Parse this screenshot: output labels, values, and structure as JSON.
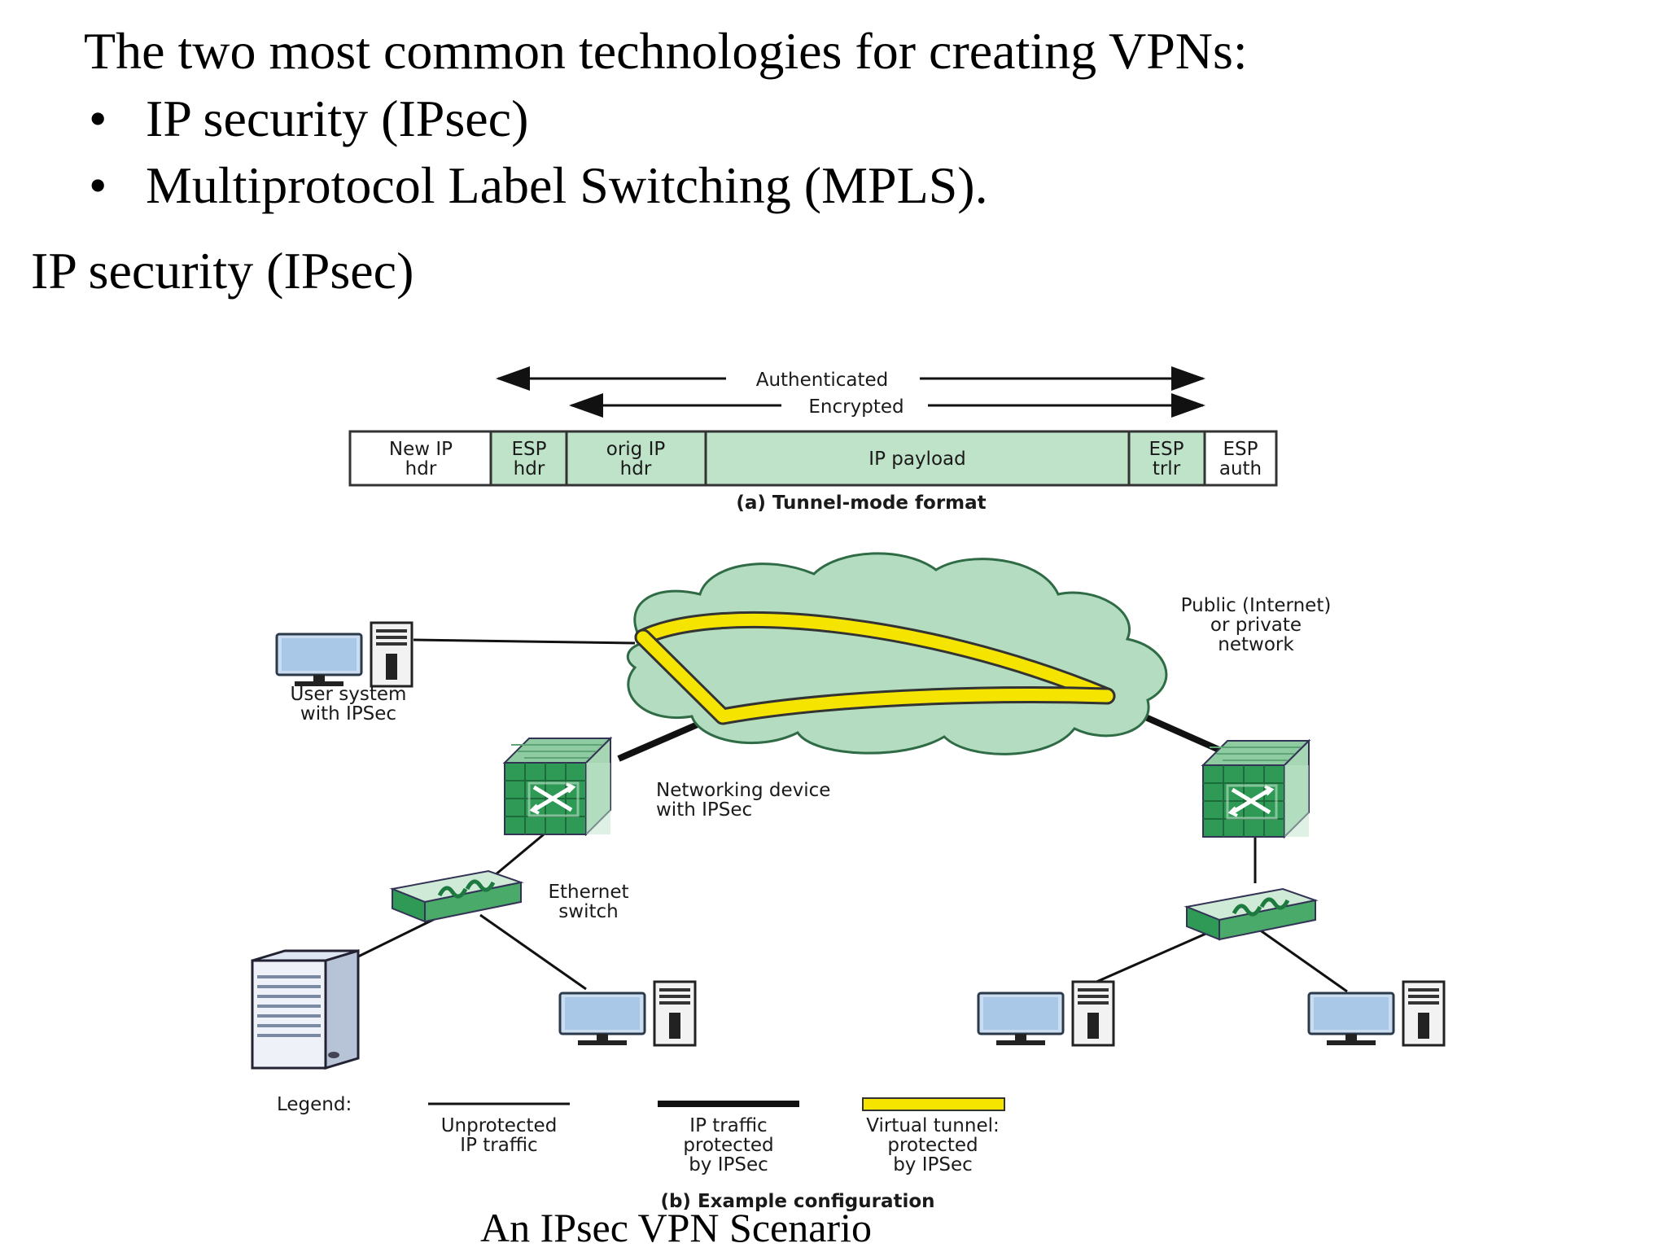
{
  "intro": "The two most common technologies for creating VPNs:",
  "bullets": [
    {
      "symbol": "•",
      "text": "IP security (IPsec)"
    },
    {
      "symbol": "•",
      "text": "Multiprotocol Label Switching (MPLS)."
    }
  ],
  "section_title": "IP security (IPsec)",
  "diagram": {
    "tunnel_format": {
      "authenticated": "Authenticated",
      "encrypted": "Encrypted",
      "fields": [
        {
          "line1": "New IP",
          "line2": "hdr"
        },
        {
          "line1": "ESP",
          "line2": "hdr"
        },
        {
          "line1": "orig IP",
          "line2": "hdr"
        },
        {
          "line1": "IP payload",
          "line2": ""
        },
        {
          "line1": "ESP",
          "line2": "trlr"
        },
        {
          "line1": "ESP",
          "line2": "auth"
        }
      ],
      "caption": "(a) Tunnel-mode format"
    },
    "network": {
      "cloud_label": [
        "Public (Internet)",
        "or private",
        "network"
      ],
      "user_system": [
        "User system",
        "with IPSec"
      ],
      "networking_device": [
        "Networking device",
        "with IPSec"
      ],
      "ethernet_switch": [
        "Ethernet",
        "switch"
      ]
    },
    "legend": {
      "title": "Legend:",
      "items": [
        [
          "Unprotected",
          "IP traffic"
        ],
        [
          "IP traffic",
          "protected",
          "by IPSec"
        ],
        [
          "Virtual tunnel:",
          "protected",
          "by IPSec"
        ]
      ]
    },
    "caption": "(b) Example configuration"
  },
  "figure_caption": "An IPsec VPN Scenario",
  "colors": {
    "field_green": "#bfe3c9",
    "cloud_green": "#b3dcc0",
    "tunnel_yellow": "#f5e400",
    "device_green": "#2f9a55",
    "monitor_blue": "#c9dcf0"
  }
}
